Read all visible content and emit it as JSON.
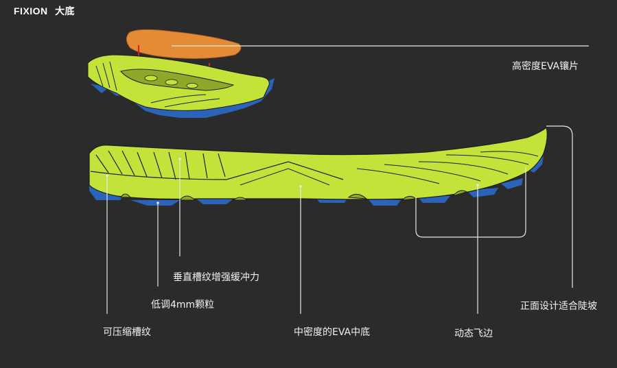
{
  "header": {
    "brand": "FIXION",
    "part": "大底"
  },
  "labels": {
    "insert": "高密度EVA镶片",
    "slope": "正面设计适合陡坡",
    "grooves": "垂直槽纹增强缓冲力",
    "lugs": "低调4mm颗粒",
    "compress": "可压缩槽纹",
    "midsole": "中密度的EVA中底",
    "wings": "动态飞边"
  },
  "colors": {
    "background": "#2b2b2b",
    "sole_green": "#c3e33b",
    "sole_green_dark": "#9dbb2c",
    "outsole_blue": "#2b63b8",
    "insert_orange": "#e58a35",
    "arrow_red": "#d42020",
    "callout_line": "#e8e8e8"
  }
}
